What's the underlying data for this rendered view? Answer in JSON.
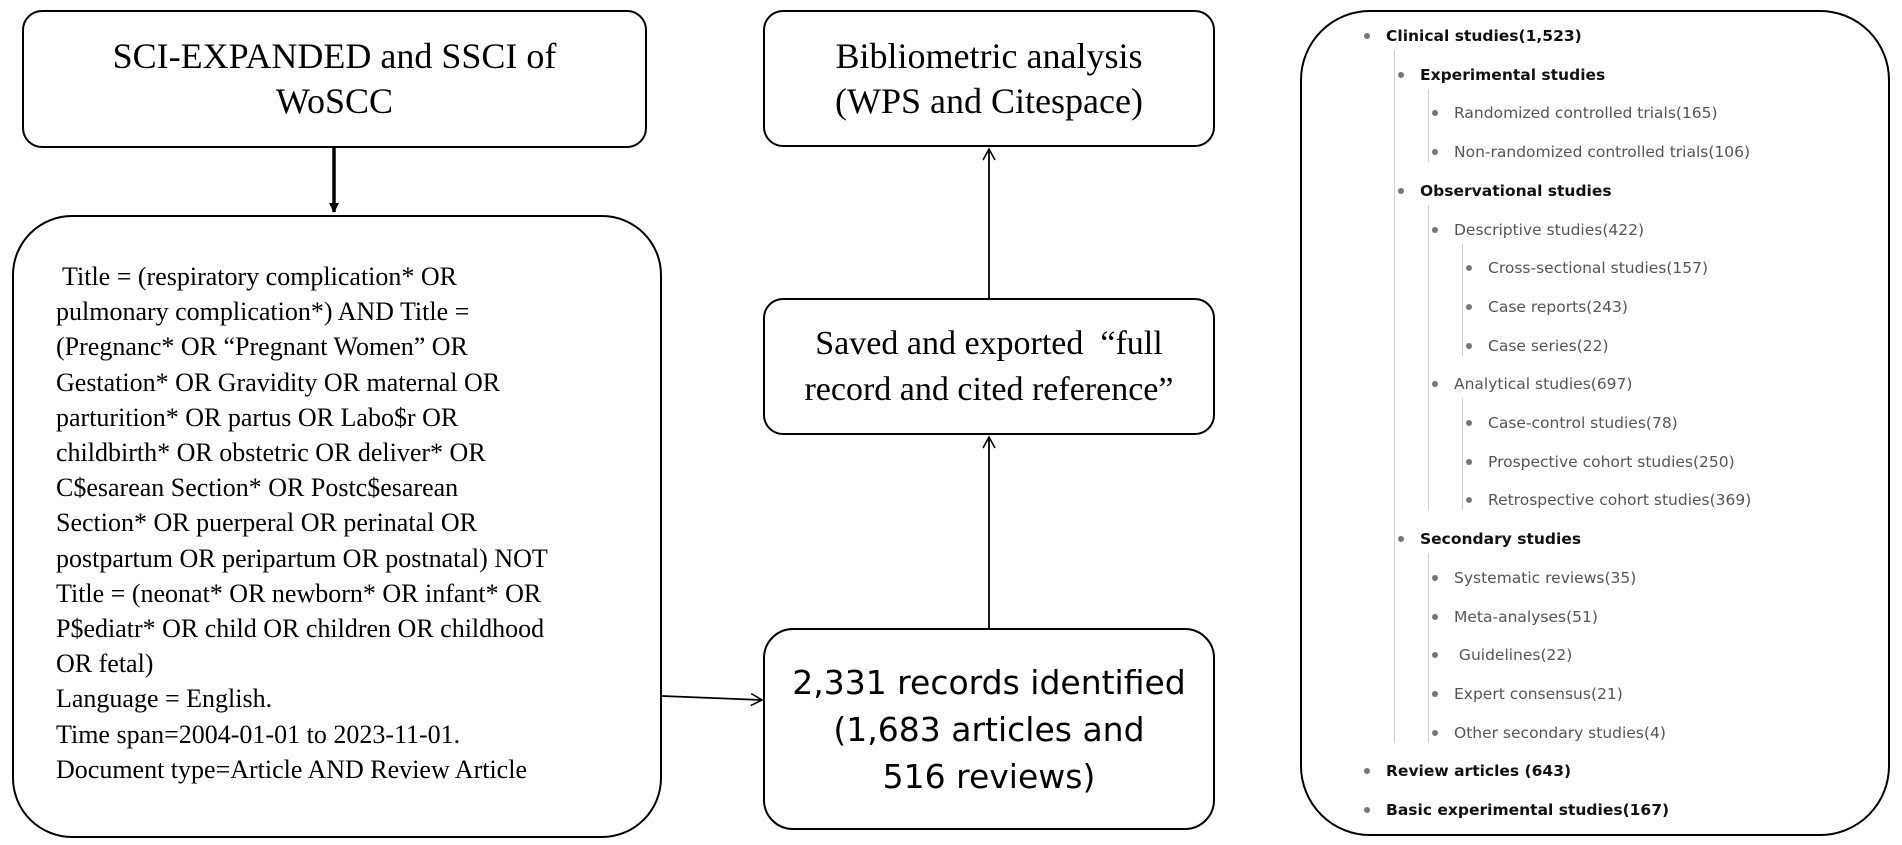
{
  "source_box": {
    "lines": [
      "SCI-EXPANDED and SSCI of",
      "WoSCC"
    ]
  },
  "query_box": {
    "lines": [
      " Title = (respiratory complication* OR",
      "pulmonary complication*) AND Title =",
      "(Pregnanc* OR “Pregnant Women” OR",
      "Gestation* OR Gravidity OR maternal OR",
      "parturition* OR partus OR Labo$r OR",
      "childbirth* OR obstetric OR deliver* OR",
      "C$esarean Section* OR Postc$esarean",
      "Section* OR puerperal OR perinatal OR",
      "postpartum OR peripartum OR postnatal) NOT",
      "Title = (neonat* OR newborn* OR infant* OR",
      "P$ediatr* OR child OR children OR childhood",
      "OR fetal)",
      "Language = English.",
      "Time span=2004-01-01 to 2023-11-01.",
      "Document type=Article AND Review Article"
    ]
  },
  "analysis_box": {
    "lines": [
      "Bibliometric analysis",
      "(WPS and Citespace)"
    ]
  },
  "export_box": {
    "lines": [
      "Saved and exported  “full",
      "record and cited reference”"
    ]
  },
  "records_box": {
    "lines": [
      "2,331 records identified",
      "(1,683 articles and",
      "516 reviews)"
    ]
  },
  "classification": {
    "items": [
      {
        "label": "Clinical studies(1,523)",
        "level": 0,
        "bold": true
      },
      {
        "label": "Experimental studies",
        "level": 1,
        "bold": true
      },
      {
        "label": "Randomized controlled trials(165)",
        "level": 2,
        "bold": false
      },
      {
        "label": "Non-randomized controlled trials(106)",
        "level": 2,
        "bold": false
      },
      {
        "label": "Observational studies",
        "level": 1,
        "bold": true
      },
      {
        "label": "Descriptive studies(422)",
        "level": 2,
        "bold": false
      },
      {
        "label": "Cross-sectional studies(157)",
        "level": 3,
        "bold": false
      },
      {
        "label": "Case reports(243)",
        "level": 3,
        "bold": false
      },
      {
        "label": "Case series(22)",
        "level": 3,
        "bold": false
      },
      {
        "label": "Analytical studies(697)",
        "level": 2,
        "bold": false
      },
      {
        "label": "Case-control studies(78)",
        "level": 3,
        "bold": false
      },
      {
        "label": "Prospective cohort studies(250)",
        "level": 3,
        "bold": false
      },
      {
        "label": "Retrospective cohort studies(369)",
        "level": 3,
        "bold": false
      },
      {
        "label": "Secondary studies",
        "level": 1,
        "bold": true
      },
      {
        "label": "Systematic reviews(35)",
        "level": 2,
        "bold": false
      },
      {
        "label": "Meta-analyses(51)",
        "level": 2,
        "bold": false
      },
      {
        "label": " Guidelines(22)",
        "level": 2,
        "bold": false
      },
      {
        "label": "Expert consensus(21)",
        "level": 2,
        "bold": false
      },
      {
        "label": "Other secondary studies(4)",
        "level": 2,
        "bold": false
      },
      {
        "label": "Review articles (643)",
        "level": 0,
        "bold": true
      },
      {
        "label": "Basic experimental studies(167)",
        "level": 0,
        "bold": true
      }
    ]
  }
}
